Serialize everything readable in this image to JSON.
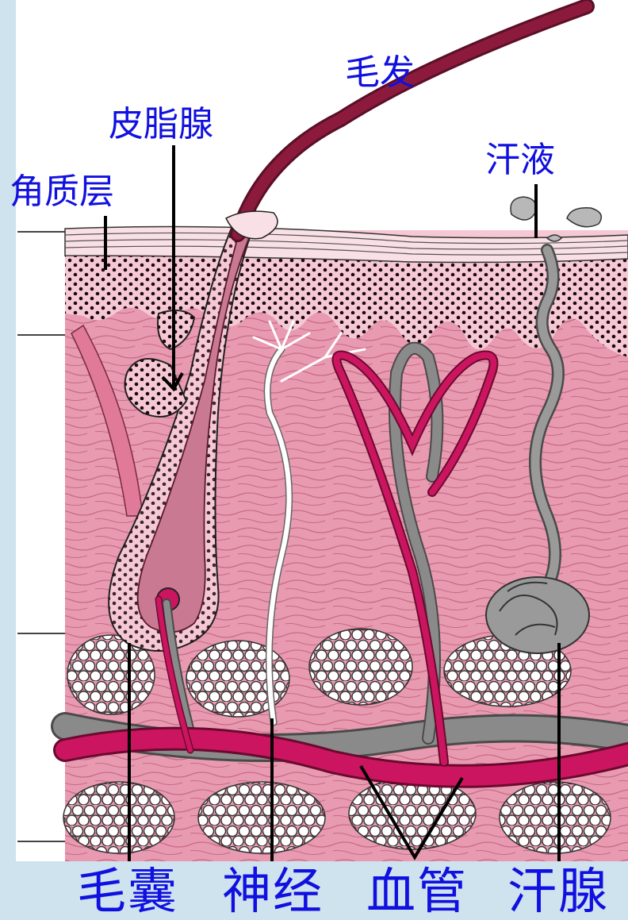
{
  "labels": {
    "hair": "毛发",
    "sebaceous_gland": "皮脂腺",
    "stratum_corneum": "角质层",
    "sweat": "汗液",
    "hair_follicle": "毛囊",
    "nerve": "神经",
    "blood_vessel": "血管",
    "sweat_gland": "汗腺"
  },
  "colors": {
    "label": "#1010e0",
    "background": "#cfe3ee",
    "dermis": "#e89ab0",
    "epidermis": "#f5c8d4",
    "surface": "#f9dfe6",
    "hair": "#8c1a3c",
    "artery": "#cc1560",
    "vein": "#8a8a8a",
    "fat": "#ffffff",
    "leader": "#000000"
  }
}
